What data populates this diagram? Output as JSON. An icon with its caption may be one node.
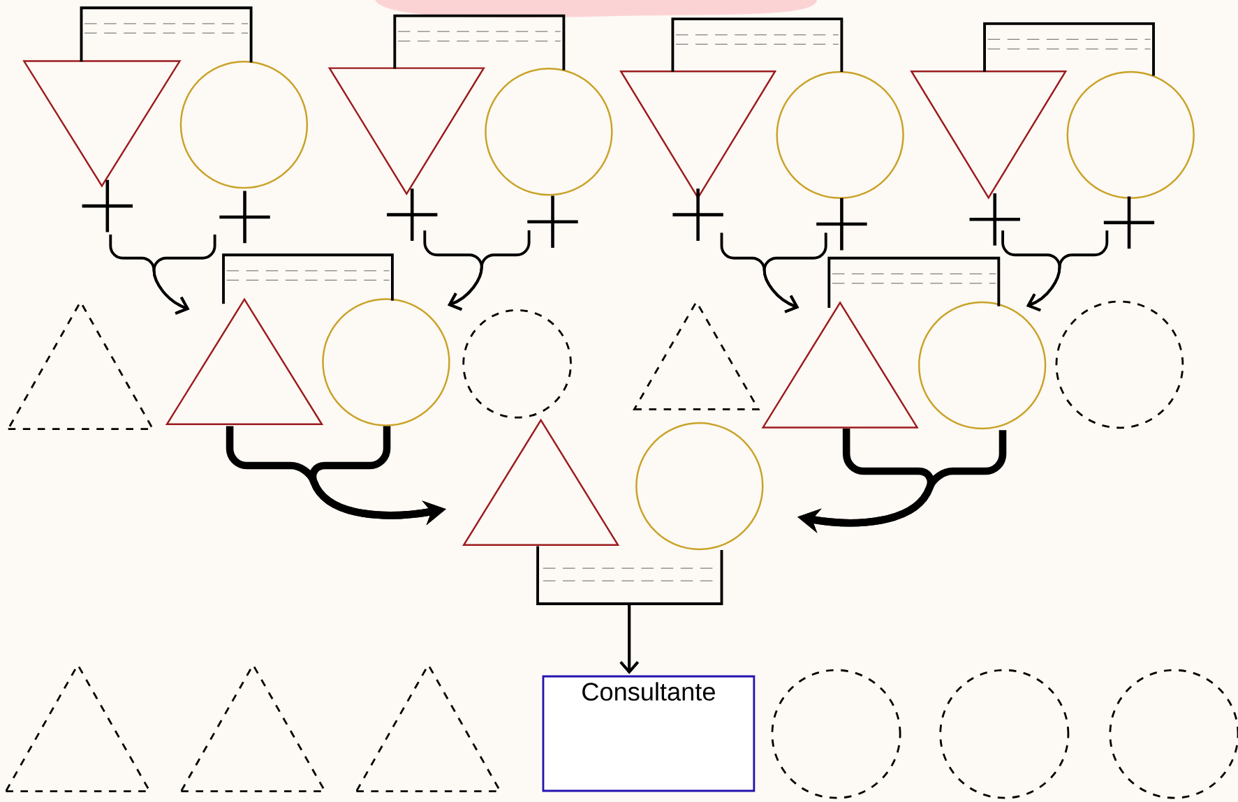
{
  "diagram": {
    "nodes": [
      {
        "text": [],
        "shape": "triangle"
      },
      {
        "text": [],
        "shape": "circle"
      },
      {
        "text": [],
        "shape": "triangle"
      },
      {
        "text": [],
        "shape": "circle"
      },
      {
        "text": [],
        "shape": "triangle"
      },
      {
        "text": [],
        "shape": "circle"
      },
      {
        "text": [],
        "shape": "triangle"
      },
      {
        "text": [],
        "shape": "circle"
      },
      {
        "text": [],
        "shape": "triangle"
      },
      {
        "text": [],
        "shape": "triangle"
      },
      {
        "text": [],
        "shape": "circle"
      },
      {
        "text": [],
        "shape": "circle"
      },
      {
        "text": [],
        "shape": "triangle"
      },
      {
        "text": [],
        "shape": "triangle"
      },
      {
        "text": [],
        "shape": "circle"
      },
      {
        "text": [],
        "shape": "circle"
      },
      {
        "text": [],
        "shape": "triangle"
      },
      {
        "text": [],
        "shape": "circle"
      },
      {
        "text": [],
        "shape": "triangle"
      },
      {
        "text": [],
        "shape": "triangle"
      },
      {
        "text": [],
        "shape": "triangle"
      },
      {
        "text": [
          "Consultante"
        ]
      },
      {
        "text": [],
        "shape": "circle"
      },
      {
        "text": [],
        "shape": "circle"
      },
      {
        "text": [],
        "shape": "circle"
      }
    ],
    "edges": [
      {
        "from": 0,
        "to": 1,
        "arrow": "none"
      },
      {
        "from": 2,
        "to": 3,
        "arrow": "none"
      },
      {
        "from": 4,
        "to": 5,
        "arrow": "none"
      },
      {
        "from": 6,
        "to": 7,
        "arrow": "none"
      },
      {
        "from": 0,
        "to": 9,
        "arrow": "to"
      },
      {
        "from": 1,
        "to": 9,
        "arrow": "to"
      },
      {
        "from": 2,
        "to": 10,
        "arrow": "to"
      },
      {
        "from": 3,
        "to": 10,
        "arrow": "to"
      },
      {
        "from": 4,
        "to": 13,
        "arrow": "to"
      },
      {
        "from": 5,
        "to": 13,
        "arrow": "to"
      },
      {
        "from": 6,
        "to": 14,
        "arrow": "to"
      },
      {
        "from": 7,
        "to": 14,
        "arrow": "to"
      },
      {
        "from": 9,
        "to": 10,
        "arrow": "none"
      },
      {
        "from": 13,
        "to": 14,
        "arrow": "none"
      },
      {
        "from": 9,
        "to": 16,
        "arrow": "to",
        "style": "thick"
      },
      {
        "from": 10,
        "to": 16,
        "arrow": "to",
        "style": "thick"
      },
      {
        "from": 13,
        "to": 17,
        "arrow": "to",
        "style": "thick"
      },
      {
        "from": 14,
        "to": 17,
        "arrow": "to",
        "style": "thick"
      },
      {
        "from": 16,
        "to": 21,
        "arrow": "to"
      },
      {
        "from": 17,
        "to": 21,
        "arrow": "to"
      }
    ]
  }
}
